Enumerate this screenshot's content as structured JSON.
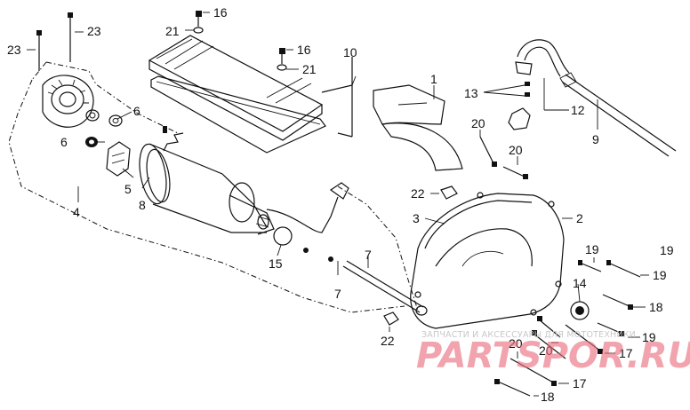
{
  "callouts": {
    "n1": "1",
    "n2": "2",
    "n3": "3",
    "n4": "4",
    "n5": "5",
    "n6a": "6",
    "n6b": "6",
    "n7a": "7",
    "n7b": "7",
    "n8": "8",
    "n9": "9",
    "n10": "10",
    "n12": "12",
    "n13": "13",
    "n14": "14",
    "n15": "15",
    "n16a": "16",
    "n16b": "16",
    "n17a": "17",
    "n17b": "17",
    "n18a": "18",
    "n18b": "18",
    "n19a": "19",
    "n19b": "19",
    "n19c": "19",
    "n19d": "19",
    "n20a": "20",
    "n20b": "20",
    "n20c": "20",
    "n20d": "20",
    "n21a": "21",
    "n21b": "21",
    "n22a": "22",
    "n22b": "22",
    "n23a": "23",
    "n23b": "23"
  },
  "watermark": {
    "tagline": "ЗАПЧАСТИ И АКСЕССУАРЫ ДЛЯ МОТОТЕХНИКИ",
    "brand": "PARTSPOR.RU"
  },
  "colors": {
    "ink": "#111111",
    "watermark_brand": "#e86b7d",
    "watermark_tagline": "#c8c8c8",
    "background": "#ffffff"
  }
}
